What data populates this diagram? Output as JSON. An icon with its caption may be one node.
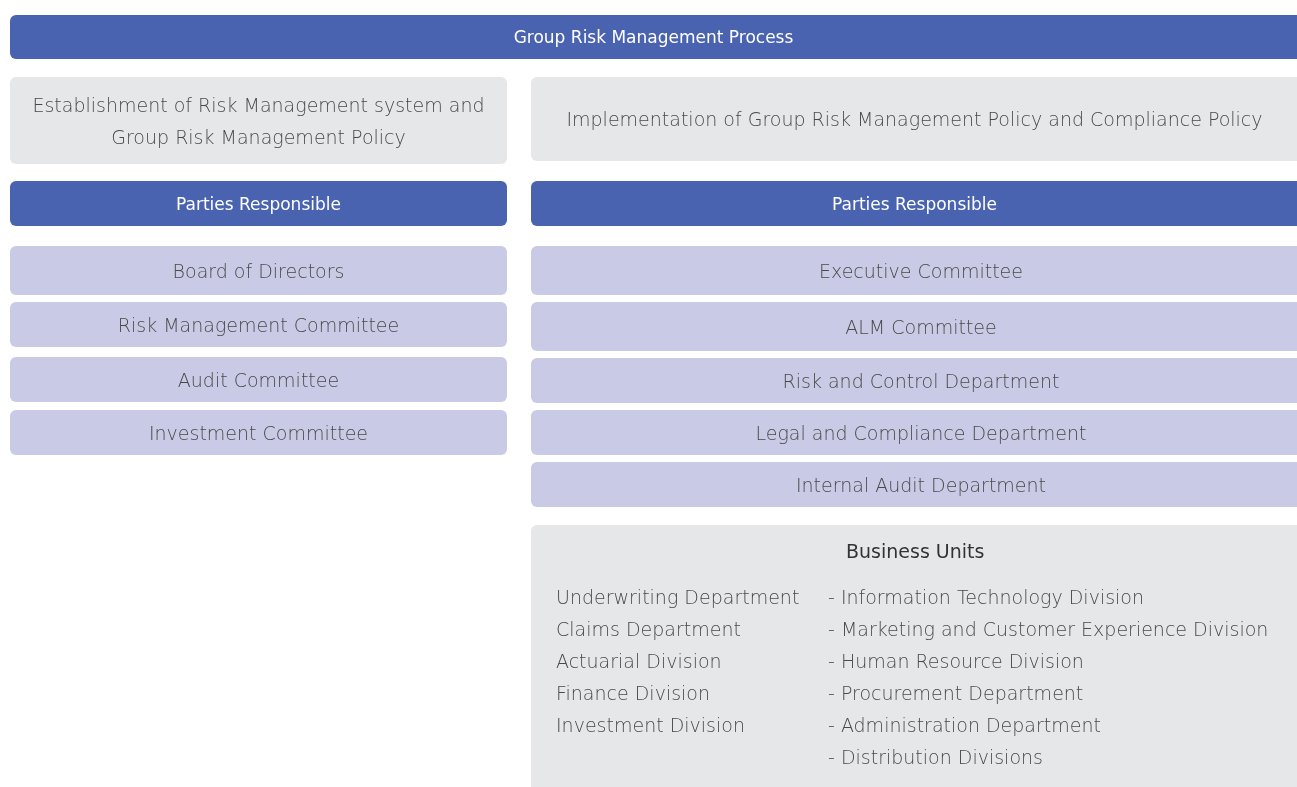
{
  "diagram": {
    "title": "Group Risk Management Process",
    "nodes": [
      {
        "text": [
          "Establishment of Risk Management system and Group Risk Management Policy"
        ]
      },
      {
        "text": [
          "Implementation of Group Risk Management Policy and Compliance Policy"
        ]
      },
      {
        "text": [
          "Parties Responsible"
        ]
      },
      {
        "text": [
          "Parties Responsible"
        ]
      },
      {
        "text": [
          "Board of Directors"
        ]
      },
      {
        "text": [
          "Risk Management Committee"
        ]
      },
      {
        "text": [
          "Audit Committee"
        ]
      },
      {
        "text": [
          "Investment Committee"
        ]
      },
      {
        "text": [
          "Executive Committee"
        ]
      },
      {
        "text": [
          "ALM Committee"
        ]
      },
      {
        "text": [
          "Risk and Control Department"
        ]
      },
      {
        "text": [
          "Legal and Compliance Department"
        ]
      },
      {
        "text": [
          "Internal Audit Department"
        ]
      },
      {
        "text": [
          "Business Units",
          "Underwriting Department",
          "Claims Department",
          "Actuarial Division",
          "Finance Division",
          "Investment Division",
          "- Information Technology Division",
          "- Marketing and Customer Experience Division",
          "- Human Resource Division",
          "- Procurement Department",
          "- Administration Department",
          "- Distribution Divisions"
        ]
      }
    ],
    "edges": []
  }
}
